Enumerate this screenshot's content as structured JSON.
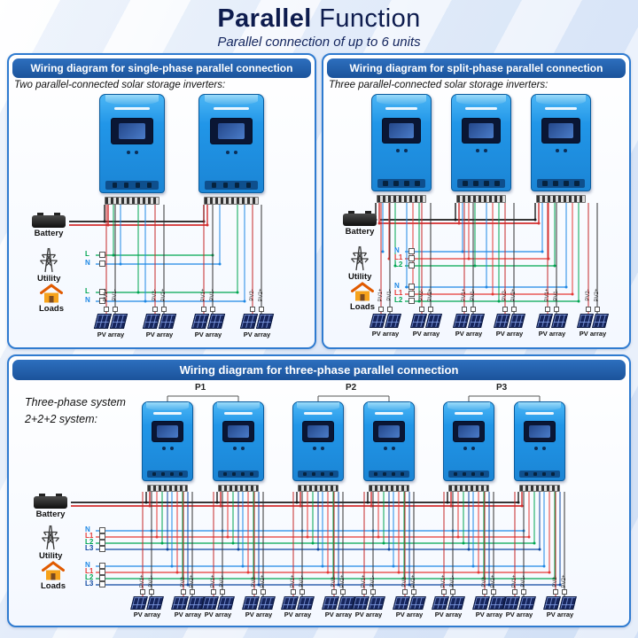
{
  "page": {
    "title_strong": "Parallel",
    "title_rest": " Function",
    "subtitle": "Parallel connection of up to 6 units"
  },
  "colors": {
    "panel_border": "#2f7bd0",
    "panel_header_bg": "#1b539b",
    "inverter_blue": "#2196e8",
    "battery_wire_black": "#1a1a1a",
    "battery_wire_red": "#d32f2f",
    "pv_wire_red": "#c62828",
    "pv_wire_black": "#333333"
  },
  "icons": [
    "battery-icon",
    "utility-pole-icon",
    "house-icon",
    "pv-panel-icon",
    "inverter"
  ],
  "panels": [
    {
      "title": "Wiring diagram for single-phase parallel connection",
      "description": "Two parallel-connected solar storage inverters:",
      "inverter_count": 2,
      "battery_label": "Battery",
      "utility_label": "Utility",
      "loads_label": "Loads",
      "utility_lines": [
        {
          "name": "L",
          "color": "#00a651"
        },
        {
          "name": "N",
          "color": "#1e88e5"
        }
      ],
      "loads_lines": [
        {
          "name": "L",
          "color": "#00a651"
        },
        {
          "name": "N",
          "color": "#1e88e5"
        }
      ],
      "pv_count": 4,
      "pv_label": "PV array",
      "pv_terminals": [
        "PV1+",
        "PV1-",
        "PV2-",
        "PV2+"
      ]
    },
    {
      "title": "Wiring diagram for split-phase parallel connection",
      "description": "Three parallel-connected solar storage inverters:",
      "inverter_count": 3,
      "battery_label": "Battery",
      "utility_label": "Utility",
      "loads_label": "Loads",
      "utility_lines": [
        {
          "name": "N",
          "color": "#1e88e5"
        },
        {
          "name": "L1",
          "color": "#e53935"
        },
        {
          "name": "L2",
          "color": "#00a651"
        }
      ],
      "loads_lines": [
        {
          "name": "N",
          "color": "#1e88e5"
        },
        {
          "name": "L1",
          "color": "#e53935"
        },
        {
          "name": "L2",
          "color": "#00a651"
        }
      ],
      "pv_count": 6,
      "pv_label": "PV array",
      "pv_terminals": [
        "PV1+",
        "PV1-",
        "PV2-",
        "PV2+"
      ]
    },
    {
      "title": "Wiring diagram for three-phase parallel connection",
      "description": "Three-phase system\n2+2+2 system:",
      "inverter_count": 6,
      "group_labels": [
        "P1",
        "P2",
        "P3"
      ],
      "battery_label": "Battery",
      "utility_label": "Utility",
      "loads_label": "Loads",
      "utility_lines": [
        {
          "name": "N",
          "color": "#1e88e5"
        },
        {
          "name": "L1",
          "color": "#e53935"
        },
        {
          "name": "L2",
          "color": "#00a651"
        },
        {
          "name": "L3",
          "color": "#0d47a1"
        }
      ],
      "loads_lines": [
        {
          "name": "N",
          "color": "#1e88e5"
        },
        {
          "name": "L1",
          "color": "#e53935"
        },
        {
          "name": "L2",
          "color": "#00a651"
        },
        {
          "name": "L3",
          "color": "#0d47a1"
        }
      ],
      "pv_count": 12,
      "pv_label": "PV array",
      "pv_terminals": [
        "PV1+",
        "PV1-",
        "PV2-",
        "PV2+"
      ]
    }
  ]
}
